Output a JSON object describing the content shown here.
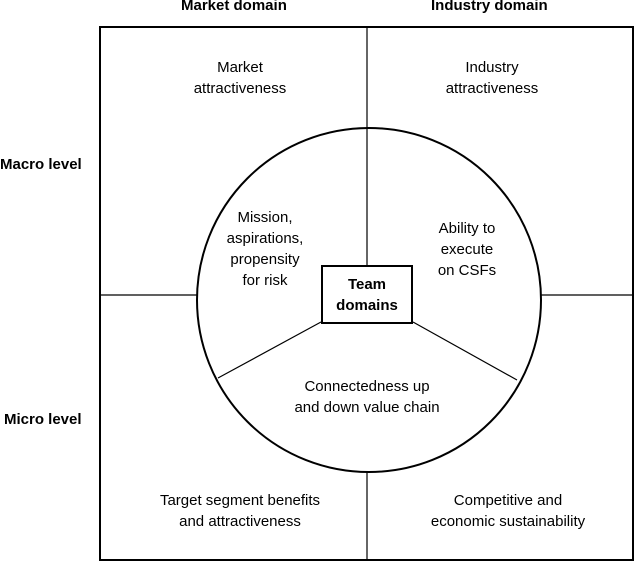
{
  "headers": {
    "market_domain": "Market domain",
    "industry_domain": "Industry domain",
    "macro_level": "Macro level",
    "micro_level": "Micro level"
  },
  "quadrants": {
    "market_attractiveness": "Market\nattractiveness",
    "industry_attractiveness": "Industry\nattractiveness",
    "target_segment": "Target segment benefits\nand attractiveness",
    "competitive_sustainability": "Competitive and\neconomic sustainability"
  },
  "circle_sections": {
    "mission": "Mission,\naspirations,\npropensity\nfor risk",
    "ability": "Ability to\nexecute\non CSFs",
    "connectedness": "Connectedness up\nand down value chain"
  },
  "center": {
    "team_domains": "Team\ndomains"
  }
}
